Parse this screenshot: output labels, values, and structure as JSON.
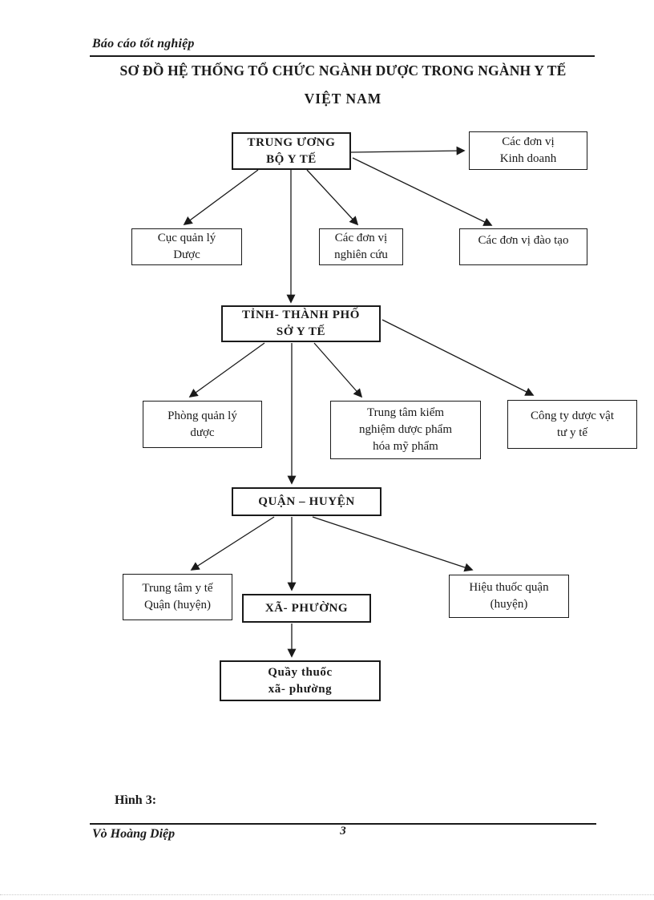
{
  "page": {
    "running_header": "Báo cáo tốt nghiệp",
    "title_line1": "SƠ ĐỒ HỆ THỐNG TỔ CHỨC NGÀNH DƯỢC TRONG NGÀNH Y TẾ",
    "title_line2": "VIỆT NAM",
    "figure_caption": "Hình 3:",
    "footer_author": "Vò Hoàng Diệp",
    "page_number": "3",
    "ink_color": "#1a1a1a"
  },
  "diagram": {
    "nodes": {
      "trung_uong": {
        "line1": "TRUNG ƯƠNG",
        "line2": "BỘ Y TẾ"
      },
      "kinh_doanh": {
        "line1": "Các đơn vị",
        "line2": "Kinh doanh"
      },
      "cuc_qld": {
        "line1": "Cục quản lý",
        "line2": "Dược"
      },
      "nghien_cuu": {
        "line1": "Các đơn vị",
        "line2": "nghiên cứu"
      },
      "dao_tao": {
        "line1": "Các đơn vị đào tạo"
      },
      "tinh": {
        "line1": "TỈNH- THÀNH PHỐ",
        "line2": "SỞ Y TẾ"
      },
      "phong_qld": {
        "line1": "Phòng quản lý",
        "line2": "dược"
      },
      "ttkn": {
        "line1": "Trung tâm kiểm",
        "line2": "nghiệm dược phẩm",
        "line3": "hóa mỹ phẩm"
      },
      "cong_ty": {
        "line1": "Công ty dược vật",
        "line2": "tư y tế"
      },
      "quan_huyen": {
        "line1": "QUẬN – HUYỆN"
      },
      "ttyt_quan": {
        "line1": "Trung tâm y tế",
        "line2": "Quận (huyện)"
      },
      "xa_phuong": {
        "line1": "XÃ- PHƯỜNG"
      },
      "hieu_thuoc": {
        "line1": "Hiệu thuốc quận",
        "line2": "(huyện)"
      },
      "quay_thuoc": {
        "line1": "Quầy thuốc",
        "line2": "xã- phường"
      }
    }
  }
}
